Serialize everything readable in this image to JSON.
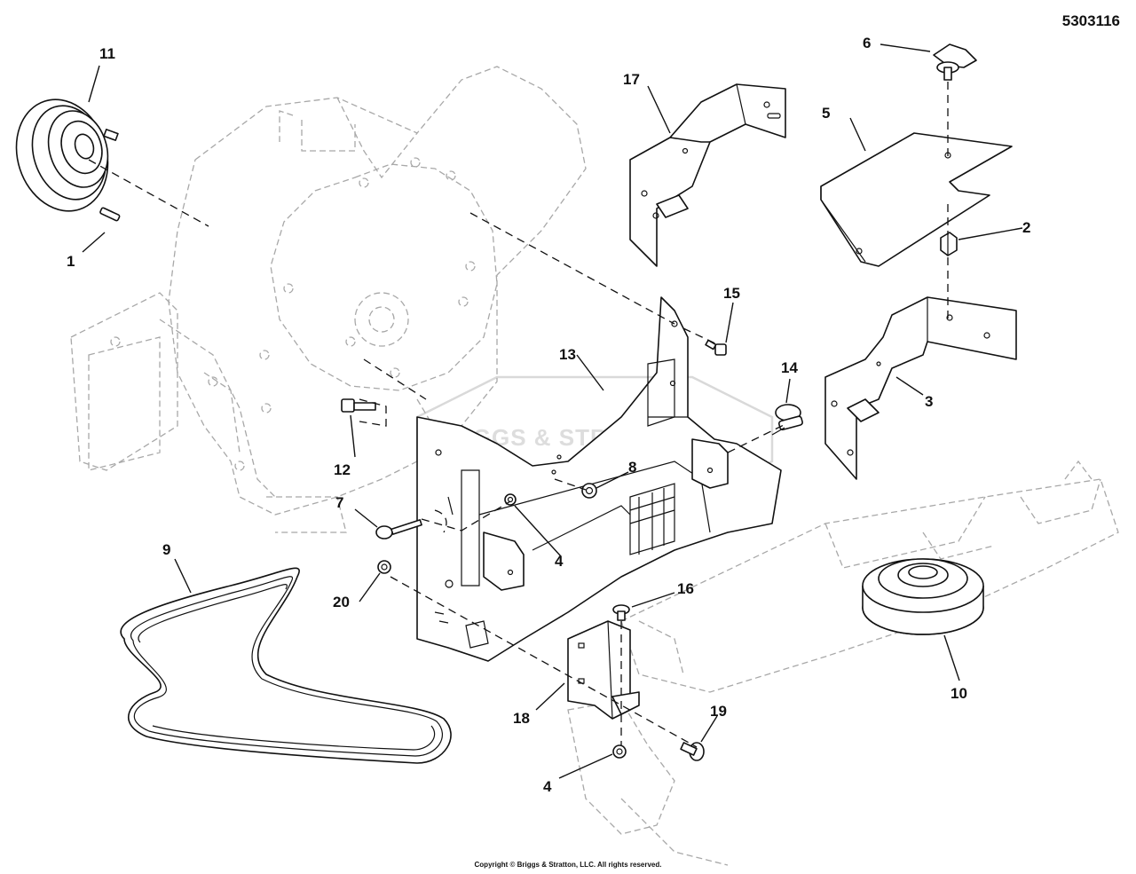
{
  "diagram": {
    "number": "5303116",
    "copyright": "Copyright © Briggs & Stratton, LLC. All rights reserved.",
    "watermark": "BRIGGS & STRATTON",
    "callouts": {
      "c1": "1",
      "c2": "2",
      "c3": "3",
      "c4a": "4",
      "c4b": "4",
      "c5": "5",
      "c6": "6",
      "c7": "7",
      "c8": "8",
      "c9": "9",
      "c10": "10",
      "c11": "11",
      "c12": "12",
      "c13": "13",
      "c14": "14",
      "c15": "15",
      "c16": "16",
      "c17": "17",
      "c18": "18",
      "c19": "19",
      "c20": "20"
    }
  }
}
